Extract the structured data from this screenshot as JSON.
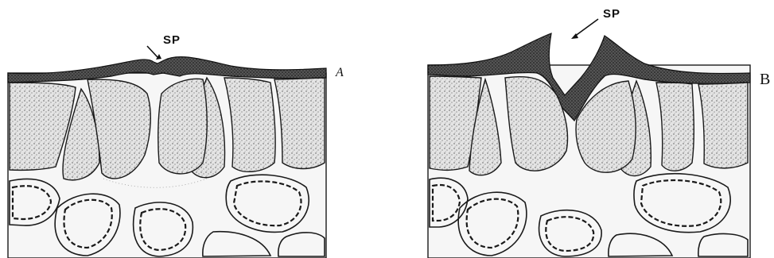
{
  "figure": {
    "panels": [
      {
        "id": "A",
        "label": "A",
        "pore_label": "SP",
        "state": "closed"
      },
      {
        "id": "B",
        "label": "B",
        "pore_label": "SP",
        "state": "open"
      }
    ],
    "colors": {
      "ink": "#1a1a1a",
      "background": "#ffffff"
    }
  }
}
